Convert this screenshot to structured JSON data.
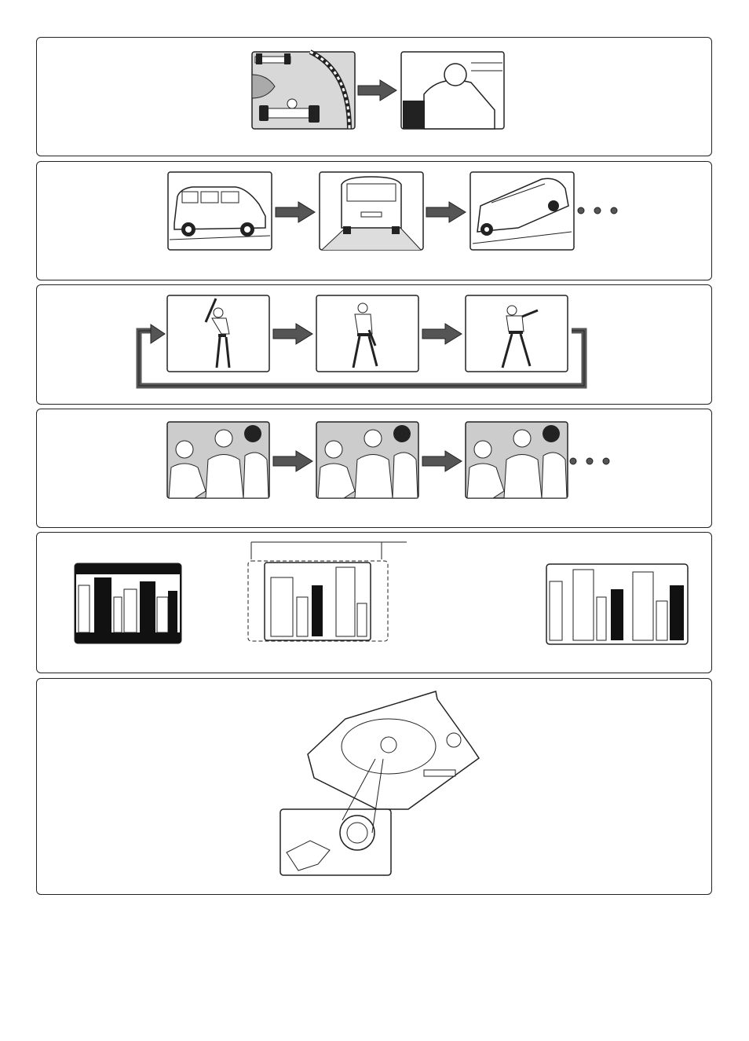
{
  "page": {
    "panels": [
      {
        "id": "race-car-angle",
        "illustration": "formula-race-car",
        "frames": 2,
        "arrows": 1
      },
      {
        "id": "minivan-angles",
        "illustration": "minivan",
        "frames": 3,
        "arrows": 2,
        "continues": true
      },
      {
        "id": "baseball-loop",
        "illustration": "baseball-batter",
        "frames": 3,
        "arrows": 2,
        "loop": true
      },
      {
        "id": "handshake-sequence",
        "illustration": "business-handshake",
        "frames": 3,
        "arrows": 2,
        "continues": true
      },
      {
        "id": "city-aspect-ratio",
        "illustration": "city-skyline",
        "frames": 3
      },
      {
        "id": "player-top-view",
        "illustration": "portable-dvd-player",
        "zoom_inset": true
      }
    ]
  },
  "colors": {
    "line": "#222222",
    "arrow": "#555555",
    "frame_fill": "#ffffff",
    "building_black": "#111111"
  }
}
